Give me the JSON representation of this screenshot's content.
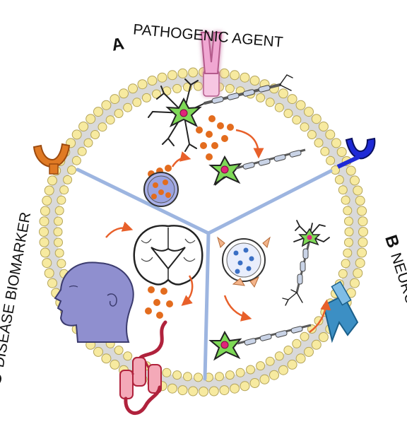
{
  "labels": {
    "a_letter": "A",
    "a_text": "PATHOGENIC AGENT",
    "b_letter": "B",
    "b_text": "NEUROTHERAPEUTICS",
    "c_letter": "C",
    "c_text": "DISEASE BIOMARKER"
  },
  "colors": {
    "lipid_head": "#f7eaa0",
    "lipid_stroke": "#b4a45a",
    "membrane_tail": "#d9d9d9",
    "divider": "#9db5e0",
    "cargo": "#e36c1e",
    "neuron_green": "#7ed957",
    "nucleus": "#e0257a",
    "arrow": "#e8602a",
    "head": "#8f8fcf",
    "receptor_pink": "#f0a7d2",
    "receptor_orange": "#e07a24",
    "receptor_blue": "#1e2ad6",
    "receptor_teal": "#3c8fc4",
    "protein_red": "#b0223c"
  },
  "icons": [
    "pink-receptor-icon",
    "orange-receptor-icon",
    "blue-receptor-icon",
    "teal-transporter-icon",
    "neuron-icon",
    "green-neuron-icon",
    "vesicle-icon",
    "brain-section-icon",
    "human-head-icon",
    "transmembrane-protein-icon",
    "cargo-particle-icon",
    "curved-arrow-icon"
  ]
}
